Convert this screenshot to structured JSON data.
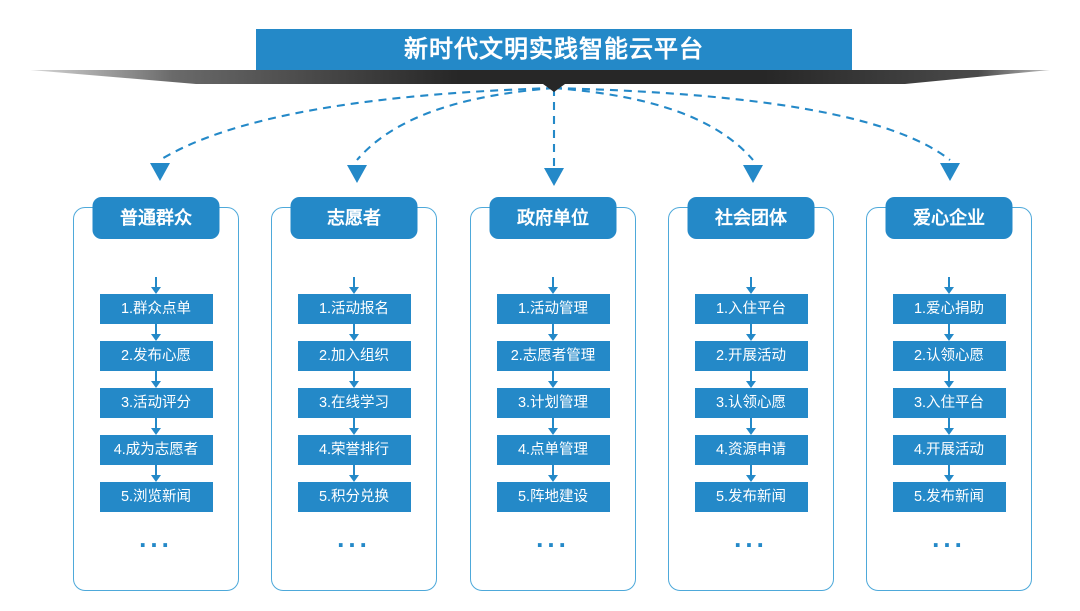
{
  "header": {
    "title": "新时代文明实践智能云平台"
  },
  "theme": {
    "primary_blue": "#2489c8",
    "border_blue": "#4ea9da",
    "connector_blue": "#2489c8",
    "ribbon_dark": "#2d2d2d",
    "text_white": "#ffffff",
    "background": "#ffffff"
  },
  "icons": {
    "down_caret": "down-caret-icon",
    "down_arrow": "down-arrow-icon",
    "ellipsis": "..."
  },
  "columns": [
    {
      "id": "ordinary-public",
      "title": "普通群众",
      "steps": [
        "1.群众点单",
        "2.发布心愿",
        "3.活动评分",
        "4.成为志愿者",
        "5.浏览新闻"
      ],
      "more": "..."
    },
    {
      "id": "volunteer",
      "title": "志愿者",
      "steps": [
        "1.活动报名",
        "2.加入组织",
        "3.在线学习",
        "4.荣誉排行",
        "5.积分兑换"
      ],
      "more": "..."
    },
    {
      "id": "government-unit",
      "title": "政府单位",
      "steps": [
        "1.活动管理",
        "2.志愿者管理",
        "3.计划管理",
        "4.点单管理",
        "5.阵地建设"
      ],
      "more": "..."
    },
    {
      "id": "social-group",
      "title": "社会团体",
      "steps": [
        "1.入住平台",
        "2.开展活动",
        "3.认领心愿",
        "4.资源申请",
        "5.发布新闻"
      ],
      "more": "..."
    },
    {
      "id": "caring-enterprise",
      "title": "爱心企业",
      "steps": [
        "1.爱心捐助",
        "2.认领心愿",
        "3.入住平台",
        "4.开展活动",
        "5.发布新闻"
      ],
      "more": "..."
    }
  ]
}
